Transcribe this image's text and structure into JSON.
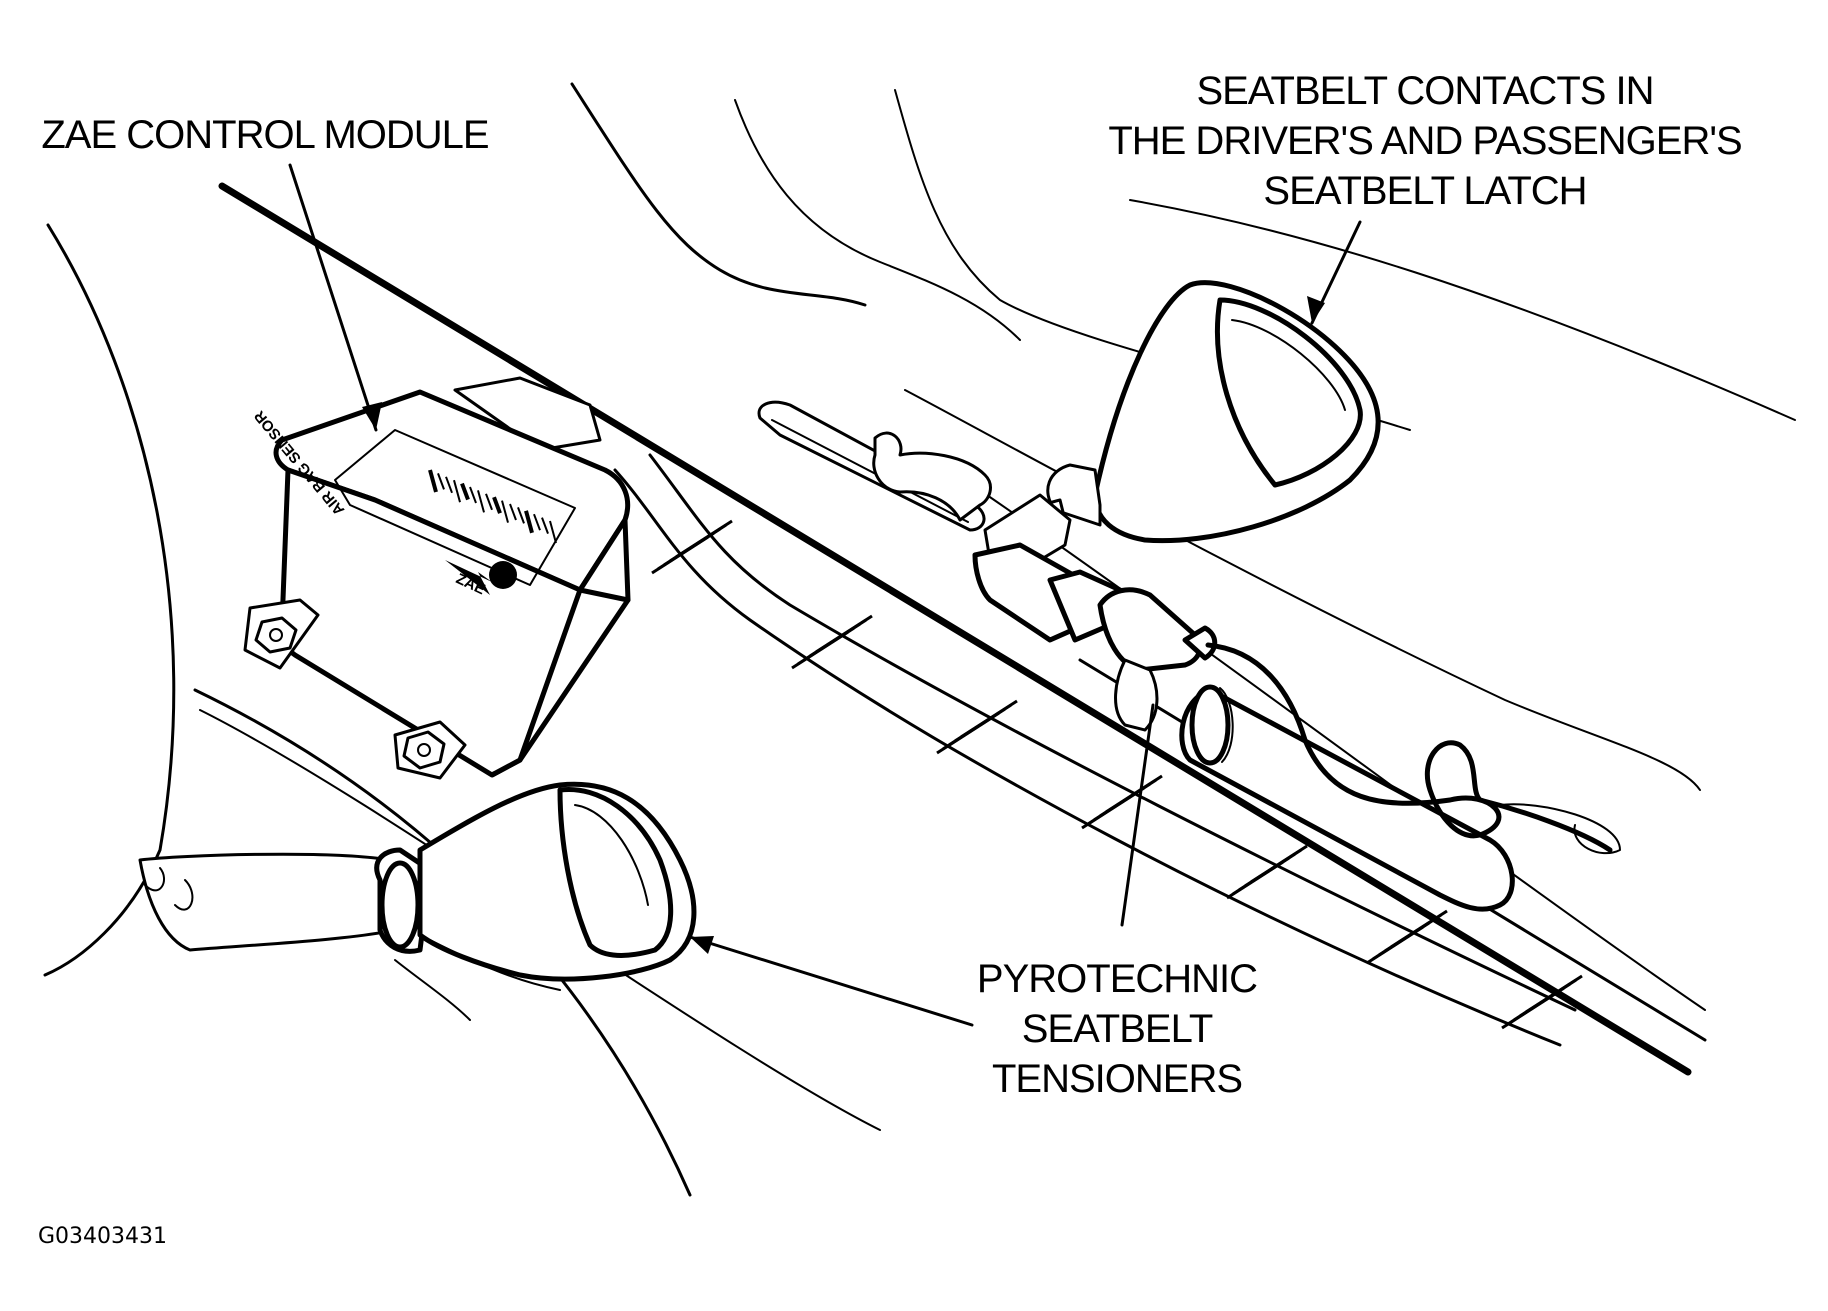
{
  "figure_id": "G03403431",
  "labels": {
    "zae_module": "ZAE CONTROL MODULE",
    "seatbelt_contacts": [
      "SEATBELT CONTACTS IN",
      "THE DRIVER'S AND PASSENGER'S",
      "SEATBELT LATCH"
    ],
    "pyrotechnic": [
      "PYROTECHNIC",
      "SEATBELT",
      "TENSIONERS"
    ]
  },
  "module_label": {
    "sensor": "AIR BAG SENSOR",
    "code": "ZAE"
  }
}
